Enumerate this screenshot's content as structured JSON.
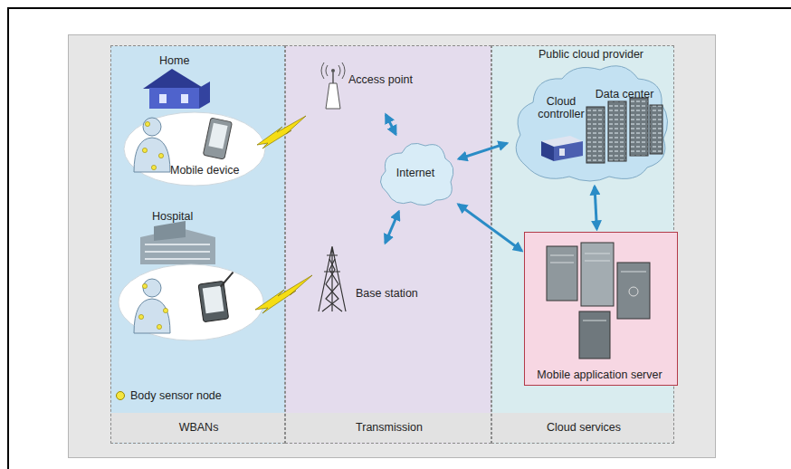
{
  "diagram": {
    "nodes": [
      {
        "text": [
          "WBANs"
        ]
      },
      {
        "text": [
          "Transmission"
        ]
      },
      {
        "text": [
          "Cloud services"
        ]
      },
      {
        "text": [
          "Mobile device"
        ],
        "in": 0
      },
      {
        "text": [
          "Access point"
        ],
        "in": 1
      },
      {
        "text": [
          "Base station"
        ],
        "in": 1
      },
      {
        "text": [
          "Internet"
        ],
        "in": 1
      },
      {
        "text": [
          "Public cloud provider",
          "Cloud controller",
          "Data center"
        ],
        "in": 2
      },
      {
        "text": [
          "Mobile application server"
        ],
        "in": 2
      }
    ],
    "edges": [
      {
        "from": 4,
        "to": 6,
        "arrow": "both"
      },
      {
        "from": 5,
        "to": 6,
        "arrow": "both"
      },
      {
        "from": 6,
        "to": 7,
        "arrow": "both"
      },
      {
        "from": 6,
        "to": 8,
        "arrow": "both"
      },
      {
        "from": 7,
        "to": 8,
        "arrow": "both"
      }
    ],
    "labels": [
      "Home",
      "Hospital"
    ],
    "legend": [
      {
        "text": "Body sensor node",
        "color": "#f5e642"
      }
    ]
  }
}
